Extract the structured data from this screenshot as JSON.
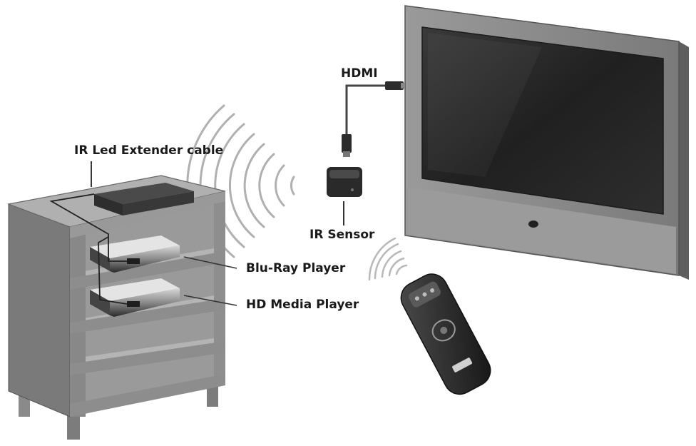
{
  "labels": {
    "ir_led_extender_cable": "IR Led Extender cable",
    "hdmi": "HDMI",
    "ir_sensor": "IR Sensor",
    "bluray_player": "Blu-Ray Player",
    "hd_media_player": "HD Media Player"
  },
  "colors": {
    "cabinet_light": "#a9a9a9",
    "cabinet_mid": "#8c8c8c",
    "cabinet_dark": "#6e6e6e",
    "tv_frame": "#8a8a8a",
    "tv_screen": "#2b2b2b",
    "device_dark": "#3a3a3a",
    "wave": "#b0b0b0"
  }
}
